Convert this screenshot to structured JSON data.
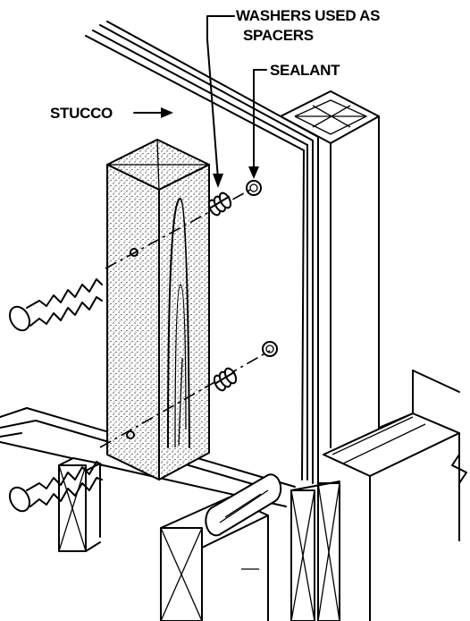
{
  "labels": {
    "washers_line1": "WASHERS USED AS",
    "washers_line2": "SPACERS",
    "sealant": "SEALANT",
    "stucco": "STUCCO"
  },
  "colors": {
    "ink": "#000000",
    "paper": "#ffffff",
    "stipple": "#000000"
  }
}
